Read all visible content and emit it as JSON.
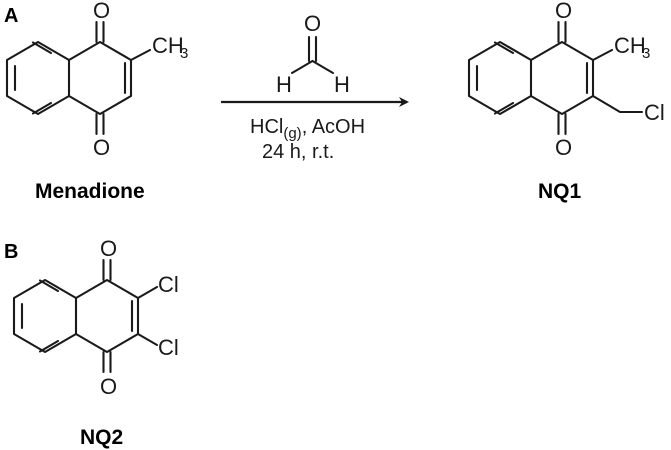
{
  "panels": {
    "a": "A",
    "b": "B"
  },
  "atoms": {
    "oxygen": "O",
    "carbon_methyl": "CH",
    "methyl_sub": "3",
    "chlorine": "Cl",
    "hydrogen": "H"
  },
  "compounds": {
    "menadione": "Menadione",
    "nq1": "NQ1",
    "nq2": "NQ2"
  },
  "conditions": {
    "reagent_main": "HCl",
    "reagent_sub": "(g)",
    "reagent_rest": ", AcOH",
    "time_temp": "24 h, r.t."
  },
  "colors": {
    "ink": "#1a1a1a",
    "background": "#ffffff"
  }
}
